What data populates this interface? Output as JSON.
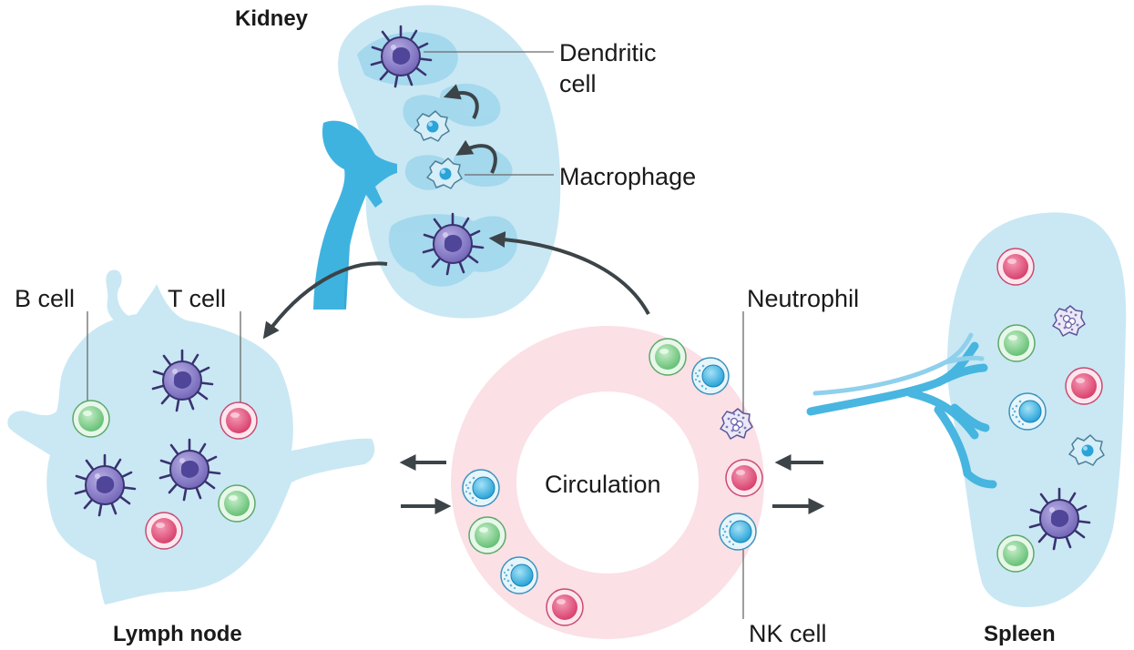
{
  "organs": {
    "kidney": "Kidney",
    "lymph_node": "Lymph node",
    "spleen": "Spleen",
    "circulation": "Circulation"
  },
  "cell_labels": {
    "dendritic_line1": "Dendritic",
    "dendritic_line2": "cell",
    "macrophage": "Macrophage",
    "b_cell": "B cell",
    "t_cell": "T cell",
    "neutrophil": "Neutrophil",
    "nk_cell": "NK cell"
  },
  "colors": {
    "tissue_light": "#c9e8f4",
    "tissue_mid": "#a3d8ec",
    "vessel": "#3fb3df",
    "circulation_ring": "#fbe0e6",
    "t_cell": "#e2517a",
    "b_cell": "#86d090",
    "nk_cell": "#46b8e4",
    "dendritic": "#7b6fbf",
    "arrow": "#3c4448"
  }
}
